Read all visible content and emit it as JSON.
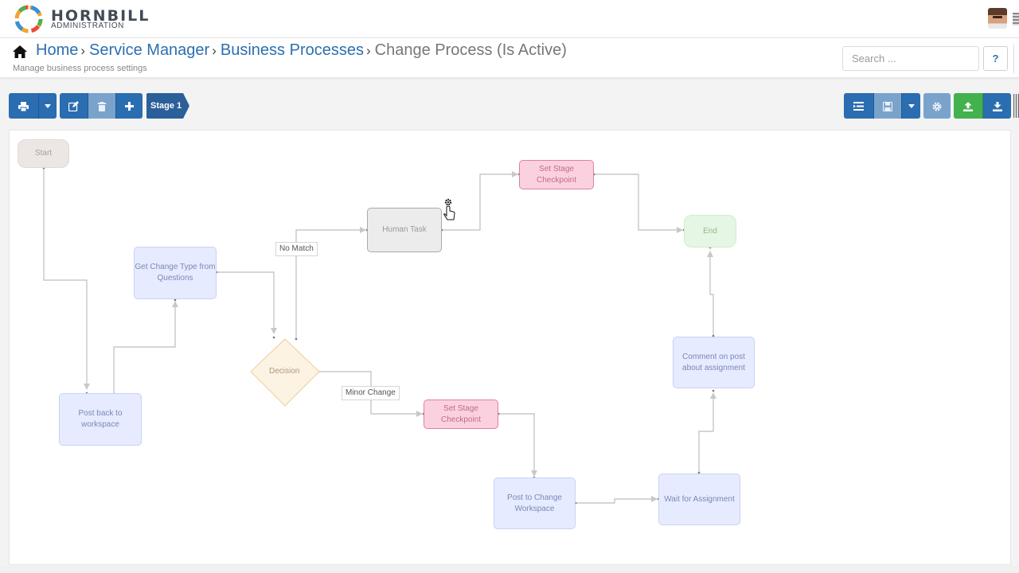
{
  "brand": {
    "name": "HORNBILL",
    "sub": "ADMINISTRATION"
  },
  "breadcrumb": {
    "items": [
      "Home",
      "Service Manager",
      "Business Processes"
    ],
    "current": "Change Process (Is Active)",
    "subtitle": "Manage business process settings"
  },
  "search": {
    "placeholder": "Search ..."
  },
  "help": {
    "label": "?"
  },
  "toolbar": {
    "stage_label": "Stage 1"
  },
  "flow": {
    "nodes": {
      "start": "Start",
      "end": "End",
      "human_task": "Human Task",
      "checkpoint_top": "Set Stage Checkpoint",
      "get_change_type": "Get Change Type from Questions",
      "decision": "Decision",
      "checkpoint_bottom": "Set Stage Checkpoint",
      "post_back": "Post back to workspace",
      "post_change": "Post to Change Workspace",
      "wait_assignment": "Wait for Assignment",
      "comment_post": "Comment on post about assignment"
    },
    "labels": {
      "no_match": "No Match",
      "minor_change": "Minor Change"
    }
  },
  "colors": {
    "primary": "#2a6db0",
    "primary_disabled": "#7aa3cc",
    "success": "#43b14e",
    "link": "#2c6fb0"
  }
}
